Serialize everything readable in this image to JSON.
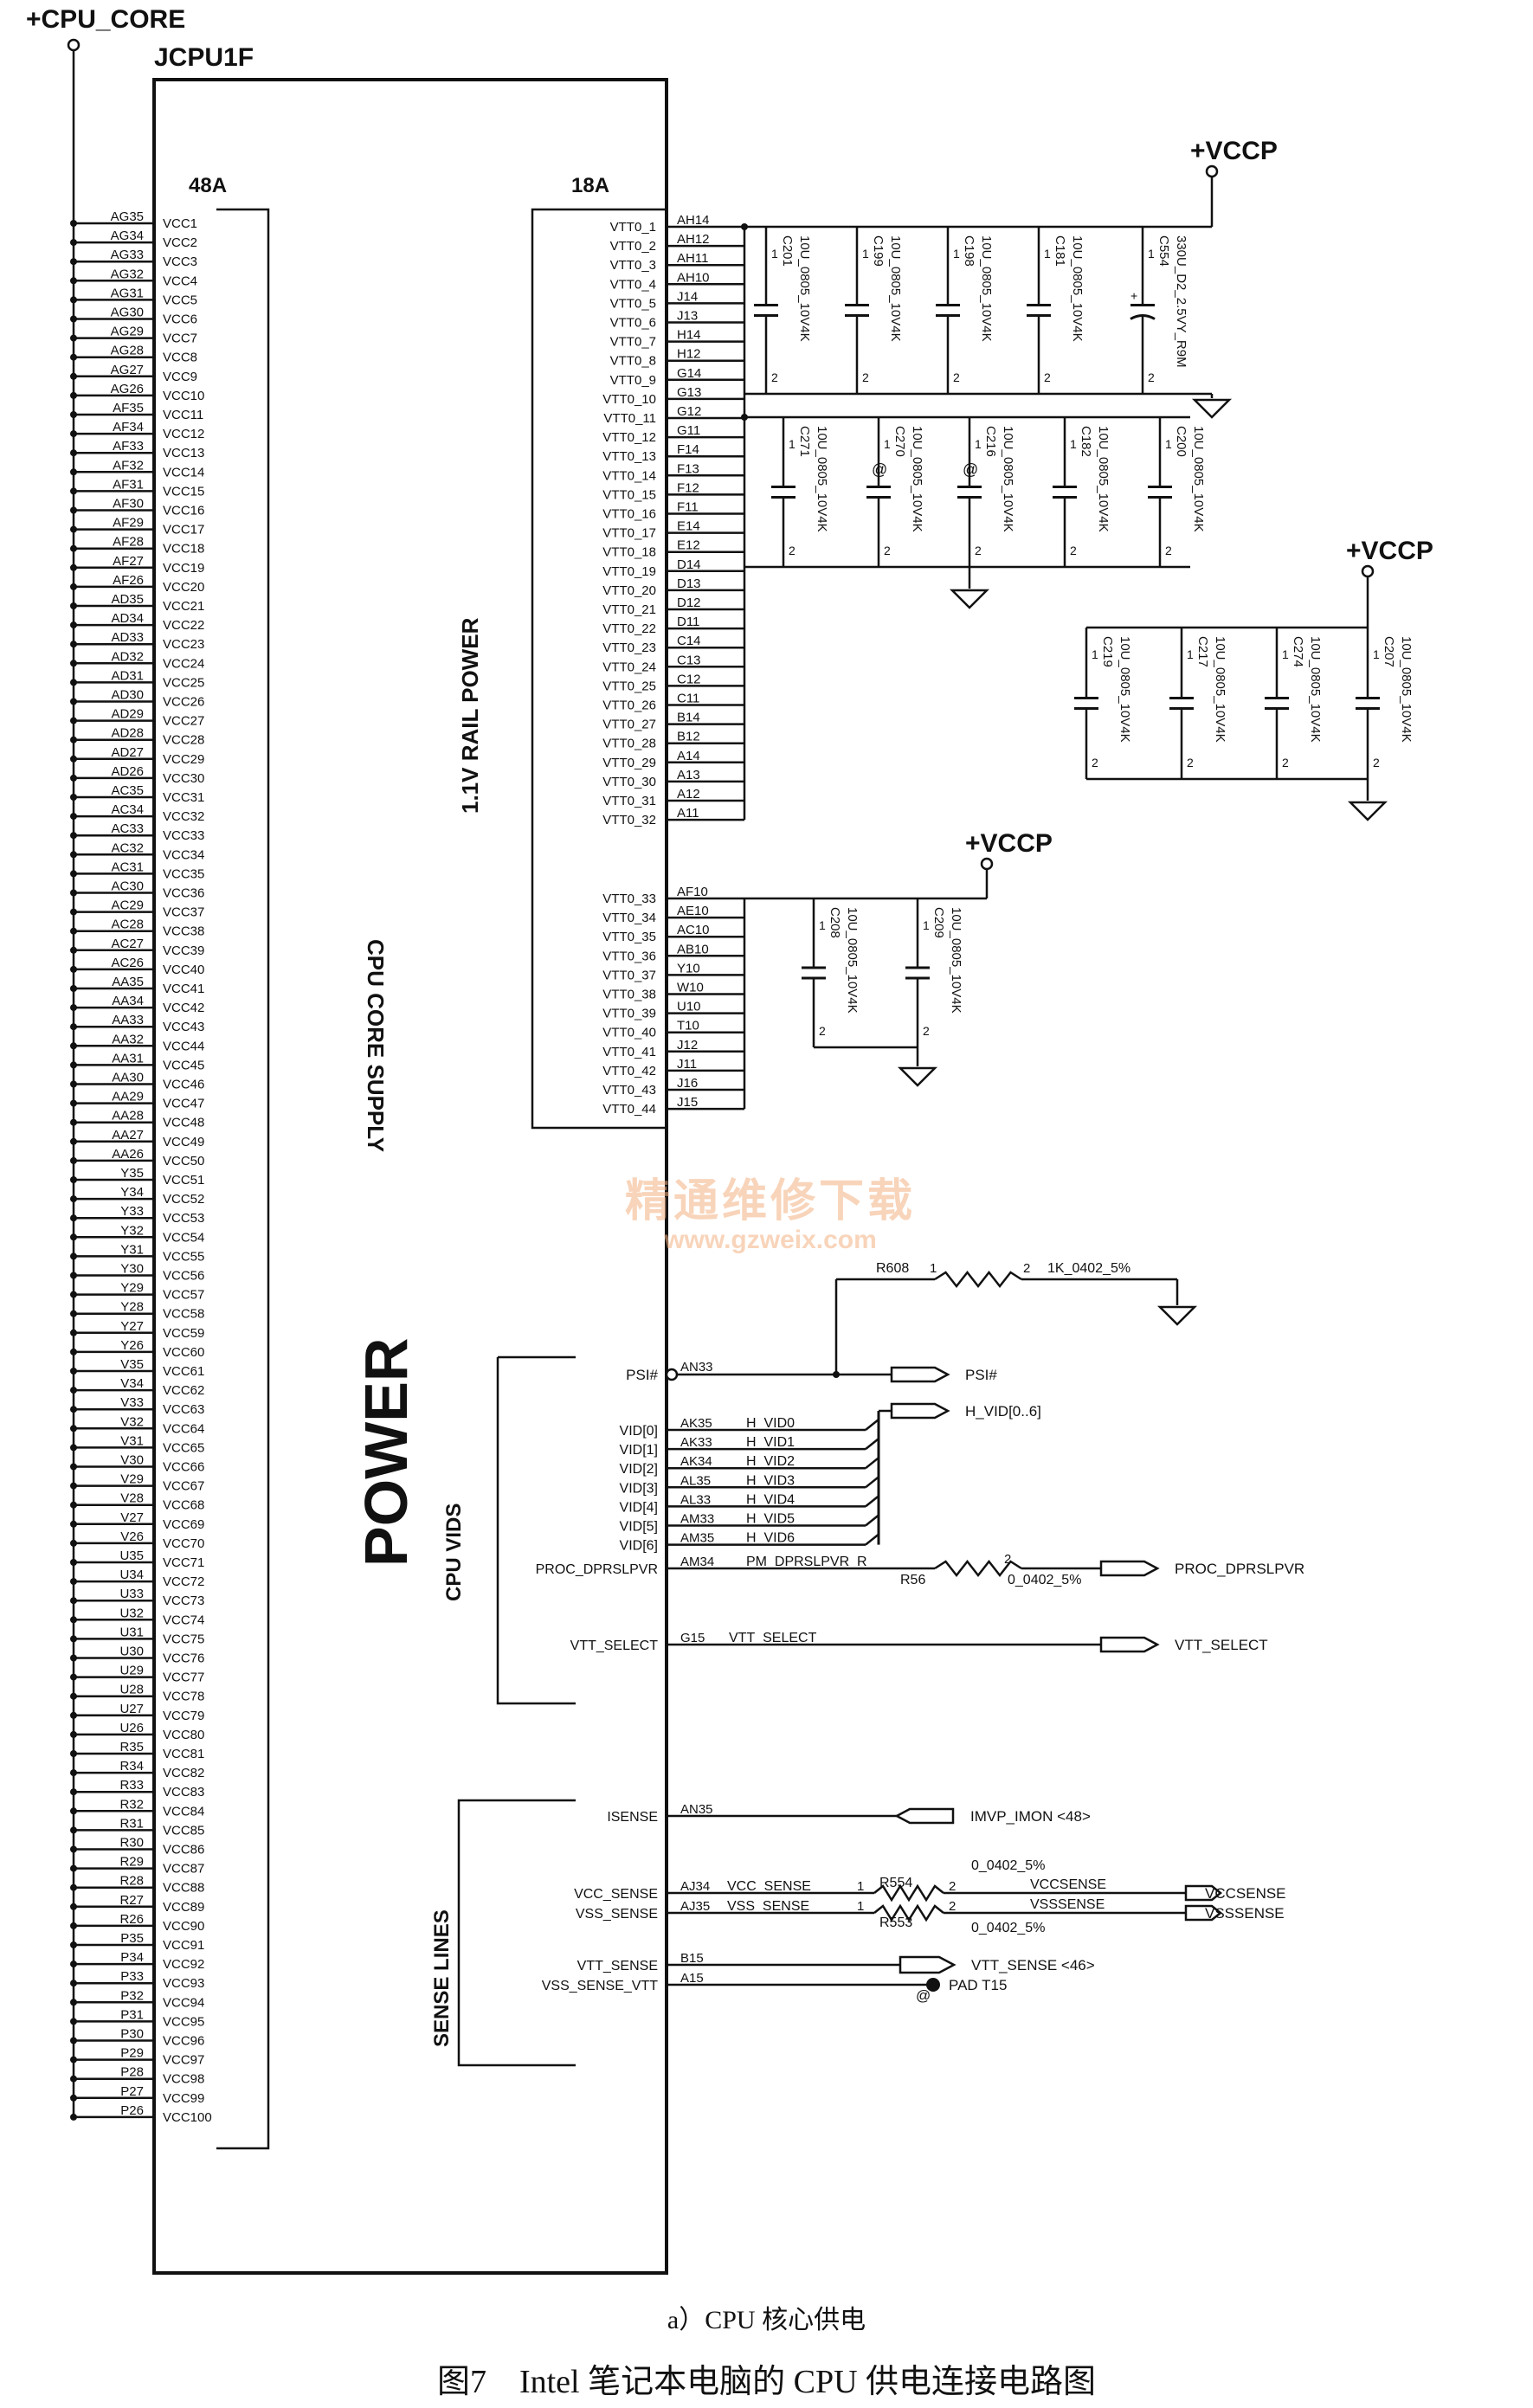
{
  "rail_cpu_core": "+CPU_CORE",
  "part_ref": "JCPU1F",
  "current_left": "48A",
  "current_right": "18A",
  "vcc_pins": [
    "AG35",
    "AG34",
    "AG33",
    "AG32",
    "AG31",
    "AG30",
    "AG29",
    "AG28",
    "AG27",
    "AG26",
    "AF35",
    "AF34",
    "AF33",
    "AF32",
    "AF31",
    "AF30",
    "AF29",
    "AF28",
    "AF27",
    "AF26",
    "AD35",
    "AD34",
    "AD33",
    "AD32",
    "AD31",
    "AD30",
    "AD29",
    "AD28",
    "AD27",
    "AD26",
    "AC35",
    "AC34",
    "AC33",
    "AC32",
    "AC31",
    "AC30",
    "AC29",
    "AC28",
    "AC27",
    "AC26",
    "AA35",
    "AA34",
    "AA33",
    "AA32",
    "AA31",
    "AA30",
    "AA29",
    "AA28",
    "AA27",
    "AA26",
    "Y35",
    "Y34",
    "Y33",
    "Y32",
    "Y31",
    "Y30",
    "Y29",
    "Y28",
    "Y27",
    "Y26",
    "V35",
    "V34",
    "V33",
    "V32",
    "V31",
    "V30",
    "V29",
    "V28",
    "V27",
    "V26",
    "U35",
    "U34",
    "U33",
    "U32",
    "U31",
    "U30",
    "U29",
    "U28",
    "U27",
    "U26",
    "R35",
    "R34",
    "R33",
    "R32",
    "R31",
    "R30",
    "R29",
    "R28",
    "R27",
    "R26",
    "P35",
    "P34",
    "P33",
    "P32",
    "P31",
    "P30",
    "P29",
    "P28",
    "P27",
    "P26"
  ],
  "vcc_prefix": "VCC",
  "vtt_prefix": "VTT0_",
  "vtt_pins_a": [
    "AH14",
    "AH12",
    "AH11",
    "AH10",
    "J14",
    "J13",
    "H14",
    "H12",
    "G14",
    "G13",
    "G12",
    "G11",
    "F14",
    "F13",
    "F12",
    "F11",
    "E14",
    "E12",
    "D14",
    "D13",
    "D12",
    "D11",
    "C14",
    "C13",
    "C12",
    "C11",
    "B14",
    "B12",
    "A14",
    "A13",
    "A12",
    "A11"
  ],
  "vtt_pins_b": [
    "AF10",
    "AE10",
    "AC10",
    "AB10",
    "Y10",
    "W10",
    "U10",
    "T10",
    "J12",
    "J11",
    "J16",
    "J15"
  ],
  "label_rail_power": "1.1V RAIL POWER",
  "label_core_supply": "CPU CORE SUPPLY",
  "label_power": "POWER",
  "label_cpu_vids": "CPU VIDS",
  "label_sense_lines": "SENSE LINES",
  "vccp_label": "+VCCP",
  "cap_group1": [
    {
      "ref": "C201",
      "value": "10U_0805_10V4K"
    },
    {
      "ref": "C199",
      "value": "10U_0805_10V4K"
    },
    {
      "ref": "C198",
      "value": "10U_0805_10V4K"
    },
    {
      "ref": "C181",
      "value": "10U_0805_10V4K"
    },
    {
      "ref": "C554",
      "value": "330U_D2_2.5VY_R9M"
    }
  ],
  "cap_group2": [
    {
      "ref": "C271",
      "value": "10U_0805_10V4K",
      "mark": ""
    },
    {
      "ref": "C270",
      "value": "10U_0805_10V4K",
      "mark": "@"
    },
    {
      "ref": "C216",
      "value": "10U_0805_10V4K",
      "mark": "@"
    },
    {
      "ref": "C182",
      "value": "10U_0805_10V4K",
      "mark": ""
    },
    {
      "ref": "C200",
      "value": "10U_0805_10V4K",
      "mark": ""
    }
  ],
  "cap_group3": [
    {
      "ref": "C219",
      "value": "10U_0805_10V4K"
    },
    {
      "ref": "C217",
      "value": "10U_0805_10V4K"
    },
    {
      "ref": "C274",
      "value": "10U_0805_10V4K"
    },
    {
      "ref": "C207",
      "value": "10U_0805_10V4K"
    }
  ],
  "cap_group4": [
    {
      "ref": "C208",
      "value": "10U_0805_10V4K"
    },
    {
      "ref": "C209",
      "value": "10U_0805_10V4K"
    }
  ],
  "r608": {
    "ref": "R608",
    "value": "1K_0402_5%",
    "pin1": "1",
    "pin2": "2"
  },
  "psi": {
    "pin": "AN33",
    "name": "PSI#",
    "port": "PSI#"
  },
  "vid_bus_port": "H_VID[0..6]",
  "vids": [
    {
      "pin": "AK35",
      "name": "VID[0]",
      "net": "H_VID0"
    },
    {
      "pin": "AK33",
      "name": "VID[1]",
      "net": "H_VID1"
    },
    {
      "pin": "AK34",
      "name": "VID[2]",
      "net": "H_VID2"
    },
    {
      "pin": "AL35",
      "name": "VID[3]",
      "net": "H_VID3"
    },
    {
      "pin": "AL33",
      "name": "VID[4]",
      "net": "H_VID4"
    },
    {
      "pin": "AM33",
      "name": "VID[5]",
      "net": "H_VID5"
    },
    {
      "pin": "AM35",
      "name": "VID[6]",
      "net": "H_VID6"
    }
  ],
  "dprslpvr": {
    "pin": "AM34",
    "name": "PROC_DPRSLPVR",
    "net": "PM_DPRSLPVR_R",
    "res": "R56",
    "val": "0_0402_5%",
    "port": "PROC_DPRSLPVR",
    "p2": "2"
  },
  "vtt_select": {
    "pin": "G15",
    "name": "VTT_SELECT",
    "net": "VTT_SELECT",
    "port": "VTT_SELECT"
  },
  "isense": {
    "pin": "AN35",
    "name": "ISENSE",
    "port": "IMVP_IMON <48>"
  },
  "vcc_sense": {
    "pin": "AJ34",
    "name": "VCC_SENSE",
    "net": "VCC_SENSE",
    "res": "R554",
    "val": "0_0402_5%",
    "net2": "VCCSENSE",
    "port": "VCCSENSE"
  },
  "vss_sense": {
    "pin": "AJ35",
    "name": "VSS_SENSE",
    "net": "VSS_SENSE",
    "res": "R553",
    "val": "0_0402_5%",
    "net2": "VSSSENSE",
    "port": "VSSSENSE"
  },
  "vtt_sense": {
    "pin": "B15",
    "name": "VTT_SENSE",
    "port": "VTT_SENSE <46>"
  },
  "vss_sense_vtt": {
    "pin": "A15",
    "name": "VSS_SENSE_VTT",
    "pad": "PAD T15",
    "mark": "@"
  },
  "res_pin1": "1",
  "res_pin2": "2",
  "caption_sub": "a）CPU 核心供电",
  "caption_main": "图7　Intel 笔记本电脑的 CPU 供电连接电路图",
  "watermark_cn": "精通维修下载",
  "watermark_url": "www.gzweix.com"
}
